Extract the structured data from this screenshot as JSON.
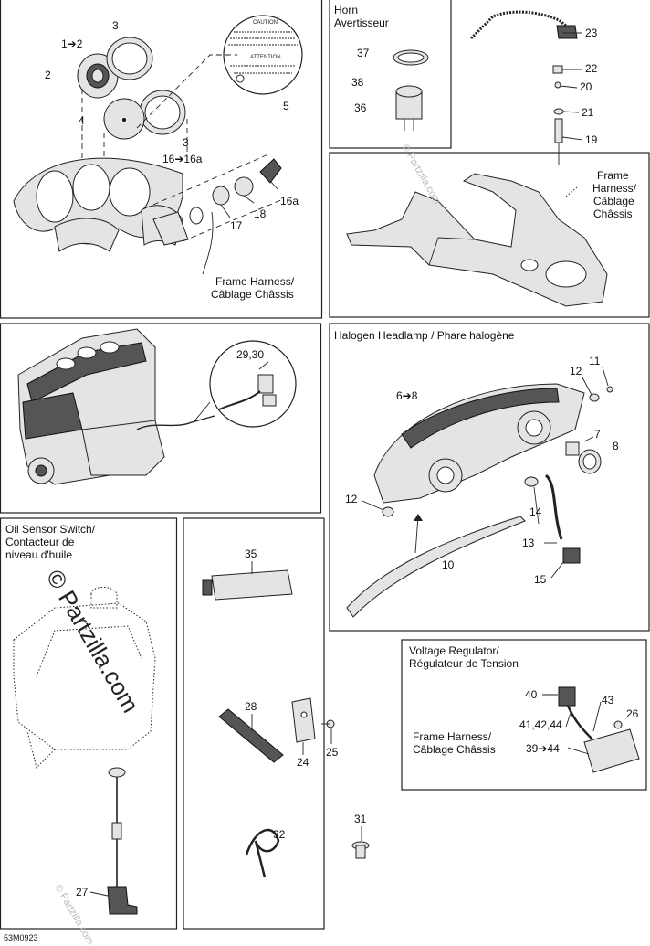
{
  "watermark": {
    "brand": "© Partzilla.com",
    "small": "© Partzilla.com"
  },
  "diagram_code": "53M0923",
  "panels": {
    "gauge": {
      "labels": [
        "1➔2",
        "2",
        "3",
        "4",
        "3",
        "5",
        "16➔16a",
        "16a",
        "17",
        "18"
      ],
      "harness_line1": "Frame Harness/",
      "harness_line2": "Câblage Châssis",
      "decal_caution": "CAUTION",
      "decal_attention": "ATTENTION"
    },
    "horn": {
      "title1": "Horn",
      "title2": "Avertisseur",
      "labels": [
        "37",
        "38",
        "36"
      ]
    },
    "frame": {
      "labels": [
        "23",
        "22",
        "20",
        "21",
        "19"
      ],
      "harness_line1": "Frame",
      "harness_line2": "Harness/",
      "harness_line3": "Câblage",
      "harness_line4": "Châssis"
    },
    "engine": {
      "labels": [
        "29,30"
      ]
    },
    "headlamp": {
      "title": "Halogen Headlamp / Phare halogène",
      "labels": [
        "11",
        "12",
        "6➔8",
        "7",
        "8",
        "12",
        "14",
        "13",
        "10",
        "15"
      ]
    },
    "oil": {
      "title1": "Oil Sensor Switch/",
      "title2": "Contacteur de",
      "title3": "niveau d'huile",
      "labels": [
        "27"
      ]
    },
    "misc": {
      "labels": [
        "35",
        "28",
        "24",
        "25",
        "32",
        "31"
      ]
    },
    "regulator": {
      "title1": "Voltage Regulator/",
      "title2": "Régulateur de Tension",
      "labels": [
        "40",
        "43",
        "41,42,44",
        "26",
        "39➔44"
      ],
      "harness_line1": "Frame Harness/",
      "harness_line2": "Câblage Châssis"
    }
  }
}
